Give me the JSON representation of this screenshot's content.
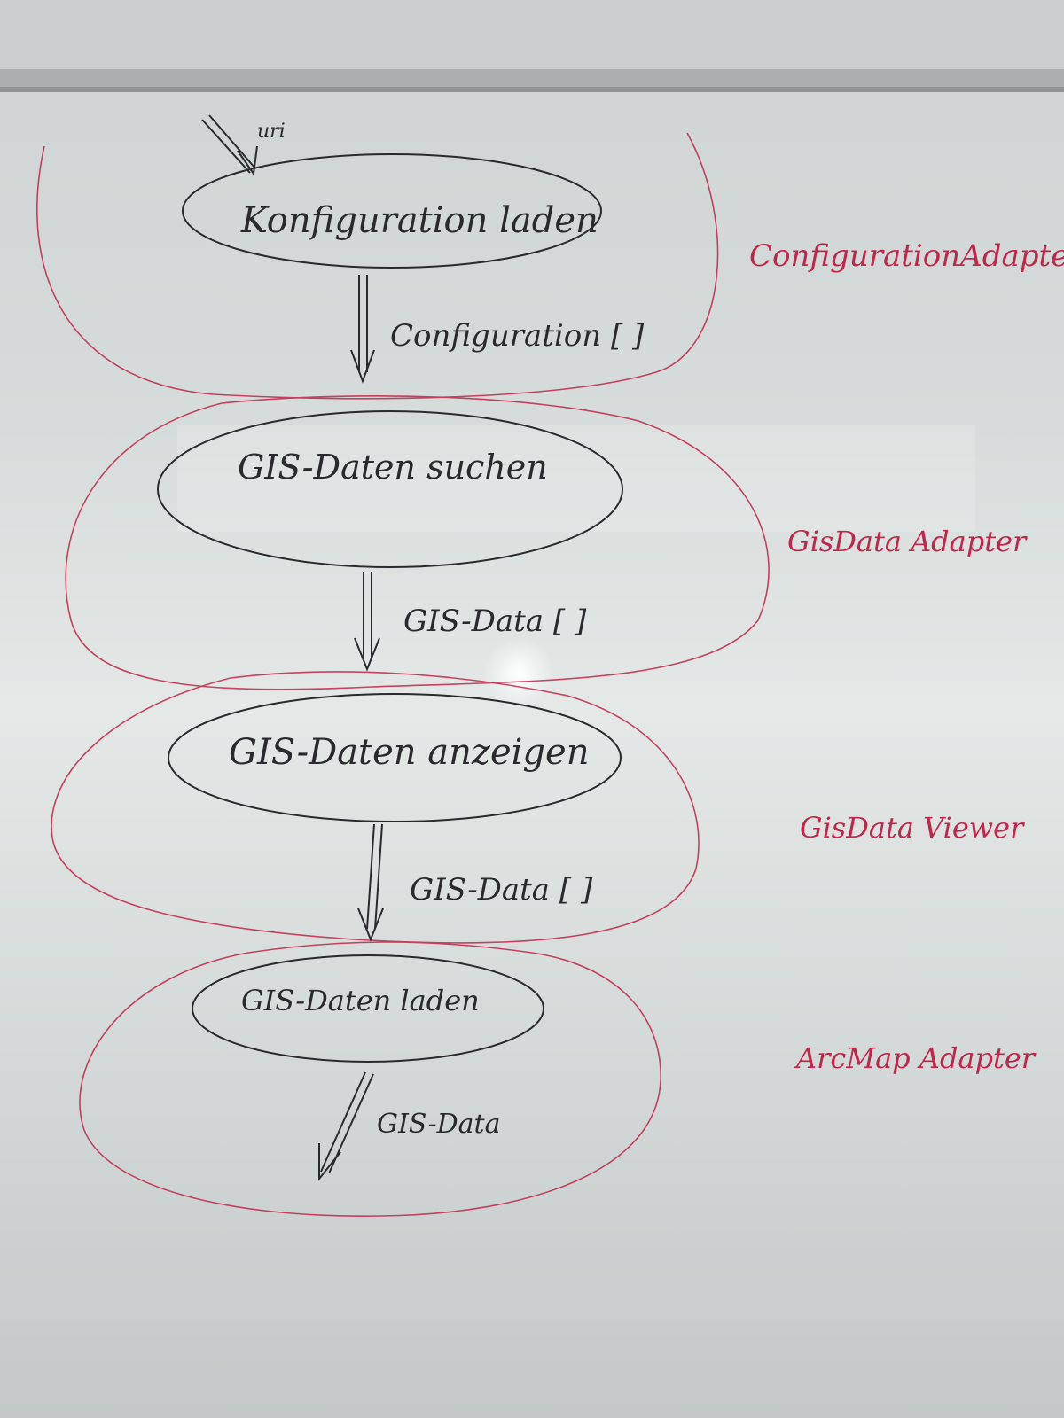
{
  "entry_label": "uri",
  "steps": [
    {
      "process": "Konfiguration laden",
      "output": "Configuration [ ]",
      "component": "ConfigurationAdapter"
    },
    {
      "process": "GIS-Daten suchen",
      "output": "GIS-Data [ ]",
      "component": "GisData Adapter"
    },
    {
      "process": "GIS-Daten anzeigen",
      "output": "GIS-Data [ ]",
      "component": "GisData Viewer"
    },
    {
      "process": "GIS-Daten laden",
      "output": "GIS-Data",
      "component": "ArcMap Adapter"
    }
  ],
  "colors": {
    "board": "#d4dad9",
    "ink_black": "#2a2a2e",
    "ink_red": "#c0264a",
    "tray": "#a9b0af"
  }
}
